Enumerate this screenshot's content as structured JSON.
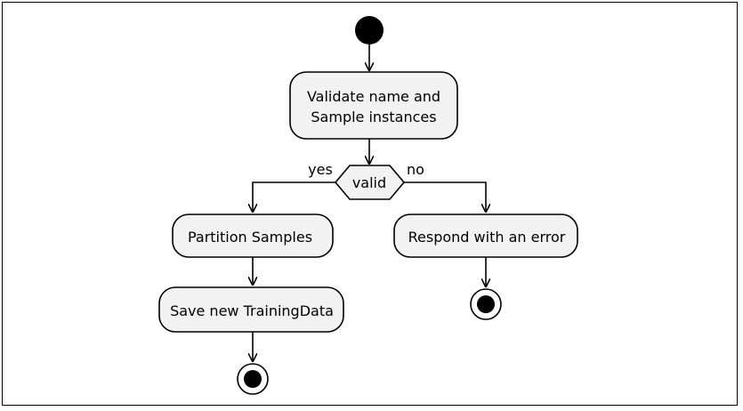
{
  "diagram": {
    "nodes": {
      "validate": {
        "line1": "Validate name and",
        "line2": "Sample instances"
      },
      "decision": {
        "label": "valid"
      },
      "partition": {
        "label": "Partition Samples"
      },
      "save": {
        "label": "Save new TrainingData"
      },
      "error": {
        "label": "Respond with an error"
      }
    },
    "edges": {
      "yes_label": "yes",
      "no_label": "no"
    },
    "colors": {
      "node_fill": "#f2f2f2",
      "stroke": "#000000"
    }
  }
}
